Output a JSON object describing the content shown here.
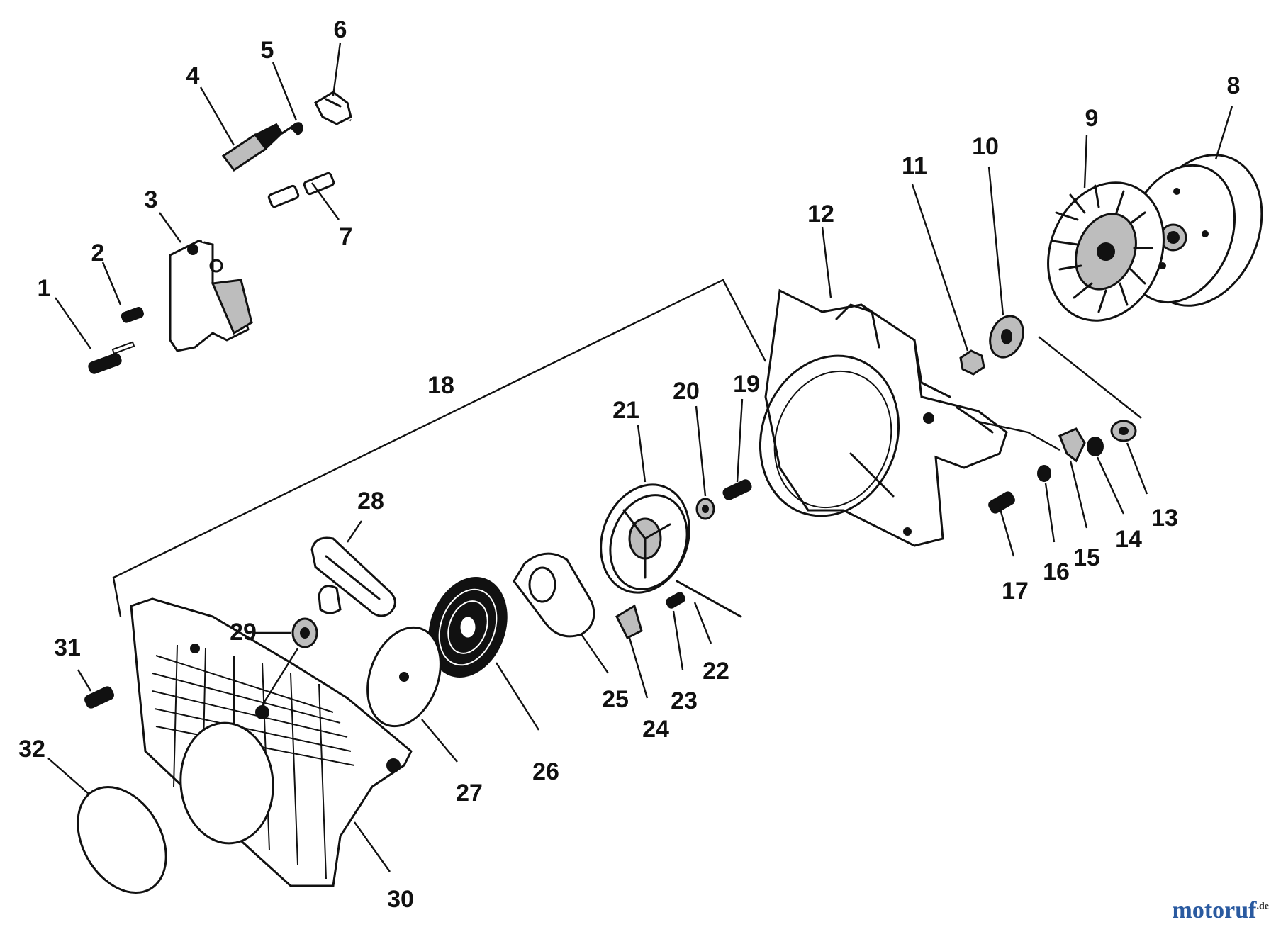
{
  "parts": [
    "1",
    "2",
    "3",
    "4",
    "5",
    "6",
    "7",
    "8",
    "9",
    "10",
    "11",
    "12",
    "13",
    "14",
    "15",
    "16",
    "17",
    "18",
    "19",
    "20",
    "21",
    "22",
    "23",
    "24",
    "25",
    "26",
    "27",
    "28",
    "29",
    "30",
    "31",
    "32"
  ],
  "watermark": {
    "name": "motoruf",
    "tld": ".de"
  },
  "colors": {
    "ink": "#111111",
    "watermark": "#2a5aa0"
  }
}
